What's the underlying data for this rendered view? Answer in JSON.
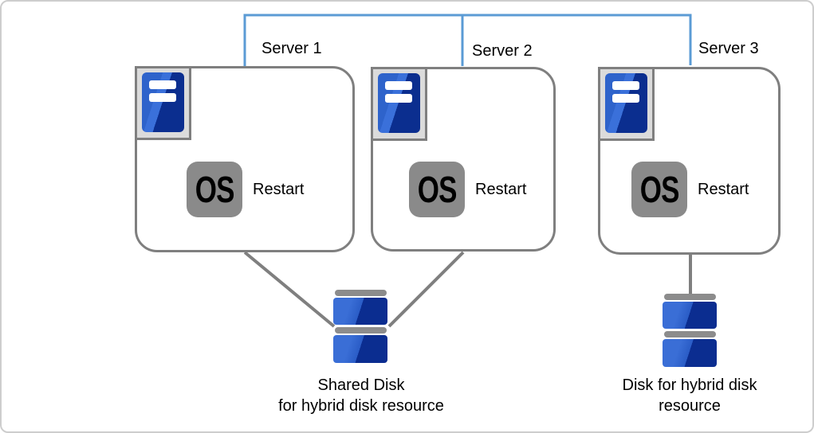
{
  "diagram": {
    "servers": [
      {
        "label": "Server 1",
        "os_label": "OS",
        "action_label": "Restart"
      },
      {
        "label": "Server 2",
        "os_label": "OS",
        "action_label": "Restart"
      },
      {
        "label": "Server 3",
        "os_label": "OS",
        "action_label": "Restart"
      }
    ],
    "shared_disk": {
      "caption_lines": [
        "Shared Disk",
        "for hybrid disk resource"
      ]
    },
    "single_disk": {
      "caption_lines": [
        "Disk for hybrid disk",
        "resource"
      ]
    },
    "colors": {
      "network_line": "#5b9bd5",
      "box_border": "#7f7f7f",
      "connector_line": "#7f7f7f",
      "server_blue_light": "#3a70da",
      "server_blue_dark": "#0b2e8f",
      "os_icon_gray": "#8a8a8a",
      "disk_bar_gray": "#8c8c8c",
      "frame_border": "#cdcdcd"
    }
  }
}
